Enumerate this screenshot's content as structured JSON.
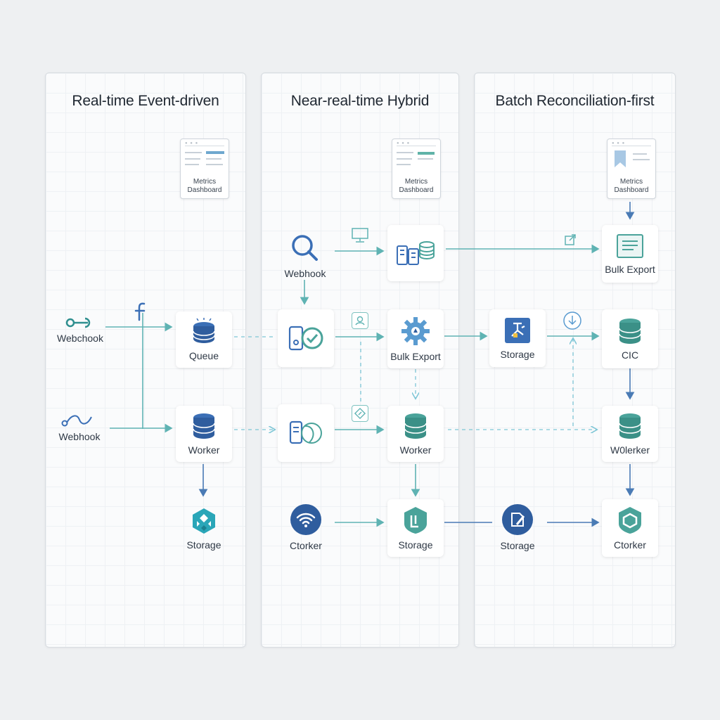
{
  "panels": [
    {
      "title": "Real-time Event-driven"
    },
    {
      "title": "Near-real-time Hybrid"
    },
    {
      "title": "Batch Reconciliation-first"
    }
  ],
  "dashboards": {
    "d1": {
      "line1": "Metrics",
      "line2": "Dashboard"
    },
    "d2": {
      "line1": "Metrics",
      "line2": "Dashboard"
    },
    "d3": {
      "line1": "Metrics",
      "line2": "Dashboard"
    }
  },
  "nodes": {
    "p1_webhook_top": "Webchook",
    "p1_webhook_bottom": "Webhook",
    "p1_queue": "Queue",
    "p1_worker": "Worker",
    "p1_storage": "Storage",
    "p2_webhook": "Webhook",
    "p2_bulk_export": "Bulk Export",
    "p2_worker": "Worker",
    "p2_ctorker": "Ctorker",
    "p2_storage": "Storage",
    "p3_bulk_export": "Bulk Export",
    "p3_storage_mid": "Storage",
    "p3_cic": "CIC",
    "p3_wolerker": "W0lerker",
    "p3_storage_bottom": "Storage",
    "p3_ctorker": "Ctorker"
  },
  "colors": {
    "teal_line": "#5fb3b3",
    "dash_line": "#7ec6d6",
    "blue_icon": "#3b6fb6",
    "green_icon": "#4aa39a"
  }
}
